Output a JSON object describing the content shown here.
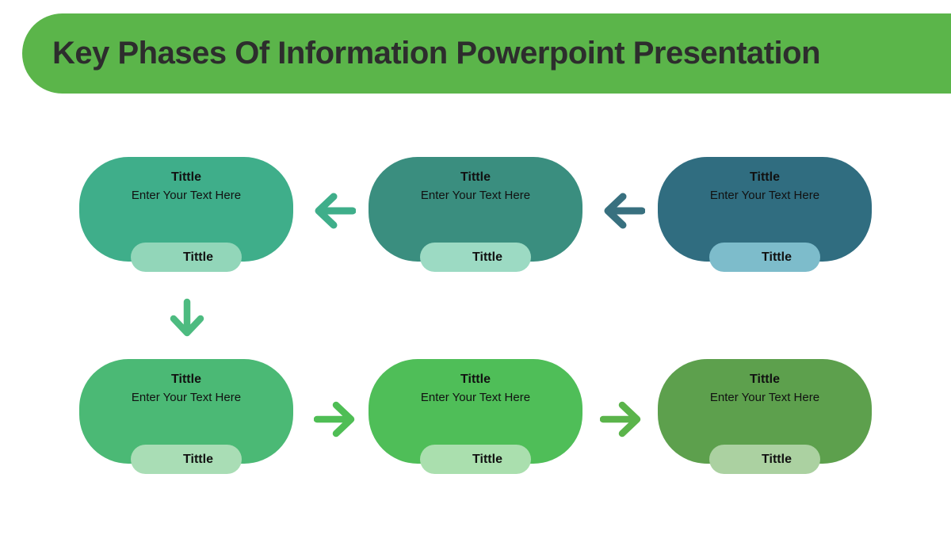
{
  "header": {
    "title": "Key Phases Of Information Powerpoint Presentation",
    "bg": "#5BB54A",
    "text_color": "#2D2D2D"
  },
  "phases": [
    {
      "row": "top",
      "col": 1,
      "title": "Tittle",
      "body": "Enter Your Text Here",
      "badge_label": "Tittle",
      "fill": "#3FAE8A",
      "badge_fill": "#92D6B9"
    },
    {
      "row": "top",
      "col": 2,
      "title": "Tittle",
      "body": "Enter Your Text Here",
      "badge_label": "Tittle",
      "fill": "#3A8E7F",
      "badge_fill": "#9CDAC3"
    },
    {
      "row": "top",
      "col": 3,
      "title": "Tittle",
      "body": "Enter Your Text Here",
      "badge_label": "Tittle",
      "fill": "#306D80",
      "badge_fill": "#7DBCCB"
    },
    {
      "row": "bottom",
      "col": 1,
      "title": "Tittle",
      "body": "Enter Your Text Here",
      "badge_label": "Tittle",
      "fill": "#4BB975",
      "badge_fill": "#A9DDB5"
    },
    {
      "row": "bottom",
      "col": 2,
      "title": "Tittle",
      "body": "Enter Your Text Here",
      "badge_label": "Tittle",
      "fill": "#4FBE58",
      "badge_fill": "#AADFAE"
    },
    {
      "row": "bottom",
      "col": 3,
      "title": "Tittle",
      "body": "Enter Your Text Here",
      "badge_label": "Tittle",
      "fill": "#5DA04D",
      "badge_fill": "#ABD1A1"
    }
  ],
  "arrows": [
    {
      "id": "top-arrow-1",
      "direction": "left",
      "color": "#3FAE8A"
    },
    {
      "id": "top-arrow-2",
      "direction": "left",
      "color": "#38707F"
    },
    {
      "id": "down-arrow",
      "direction": "down",
      "color": "#4DBB80"
    },
    {
      "id": "bottom-arrow-1",
      "direction": "right",
      "color": "#4FBE55"
    },
    {
      "id": "bottom-arrow-2",
      "direction": "right",
      "color": "#5BB44B"
    }
  ]
}
